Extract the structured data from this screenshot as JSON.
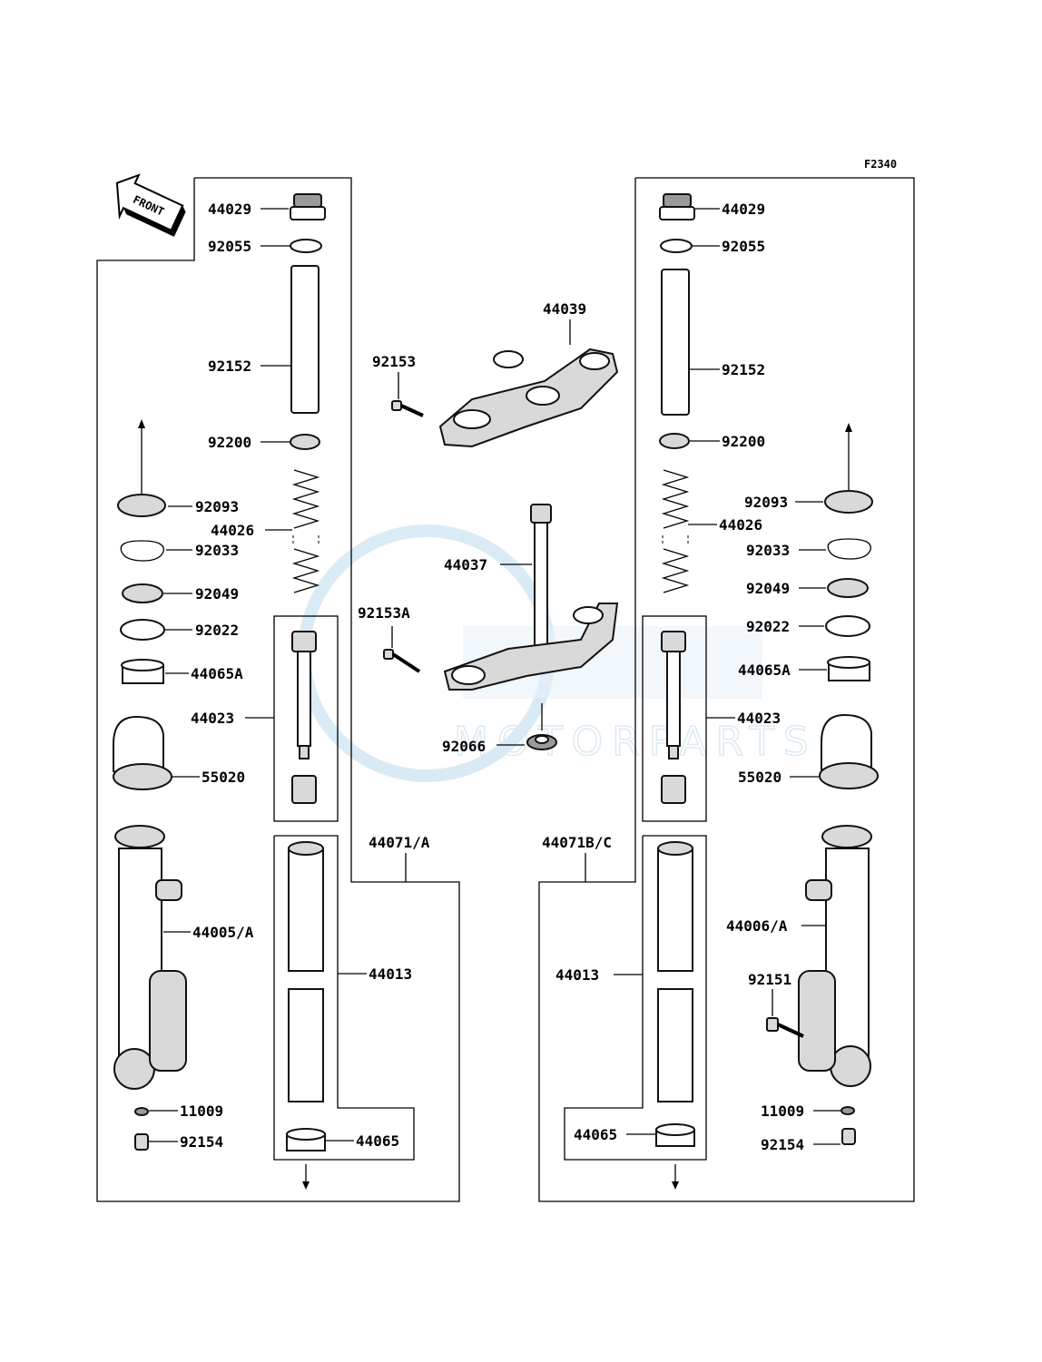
{
  "diagram_code": "F2340",
  "front_label": "FRONT",
  "watermark": {
    "text": "MOTORPARTS",
    "color": "#cfe3f1"
  },
  "left_fork": {
    "cap_bolt": "44029",
    "o_ring": "92055",
    "pipe_spacer": "92152",
    "washer": "92200",
    "dust_seal": "92093",
    "spring": "44026",
    "circlip": "92033",
    "oil_seal": "92049",
    "washer_seal": "92022",
    "guide_bushing_a": "44065A",
    "cylinder_unit": "44023",
    "fork_guard": "55020",
    "outer_tube": "44005/A",
    "gasket": "11009",
    "bolt": "92154",
    "fork_assy": "44071/A",
    "inner_tube": "44013",
    "guide_bushing": "44065"
  },
  "center": {
    "upper_bracket": "44039",
    "upper_bolt": "92153",
    "stem": "44037",
    "stem_bolt": "92153A",
    "stem_nut": "92066"
  },
  "right_fork": {
    "cap_bolt": "44029",
    "o_ring": "92055",
    "pipe_spacer": "92152",
    "washer": "92200",
    "dust_seal": "92093",
    "spring": "44026",
    "circlip": "92033",
    "oil_seal": "92049",
    "washer_seal": "92022",
    "guide_bushing_a": "44065A",
    "cylinder_unit": "44023",
    "fork_guard": "55020",
    "outer_tube": "44006/A",
    "axle_bolt": "92151",
    "gasket": "11009",
    "bolt": "92154",
    "fork_assy": "44071B/C",
    "inner_tube": "44013",
    "guide_bushing": "44065"
  }
}
